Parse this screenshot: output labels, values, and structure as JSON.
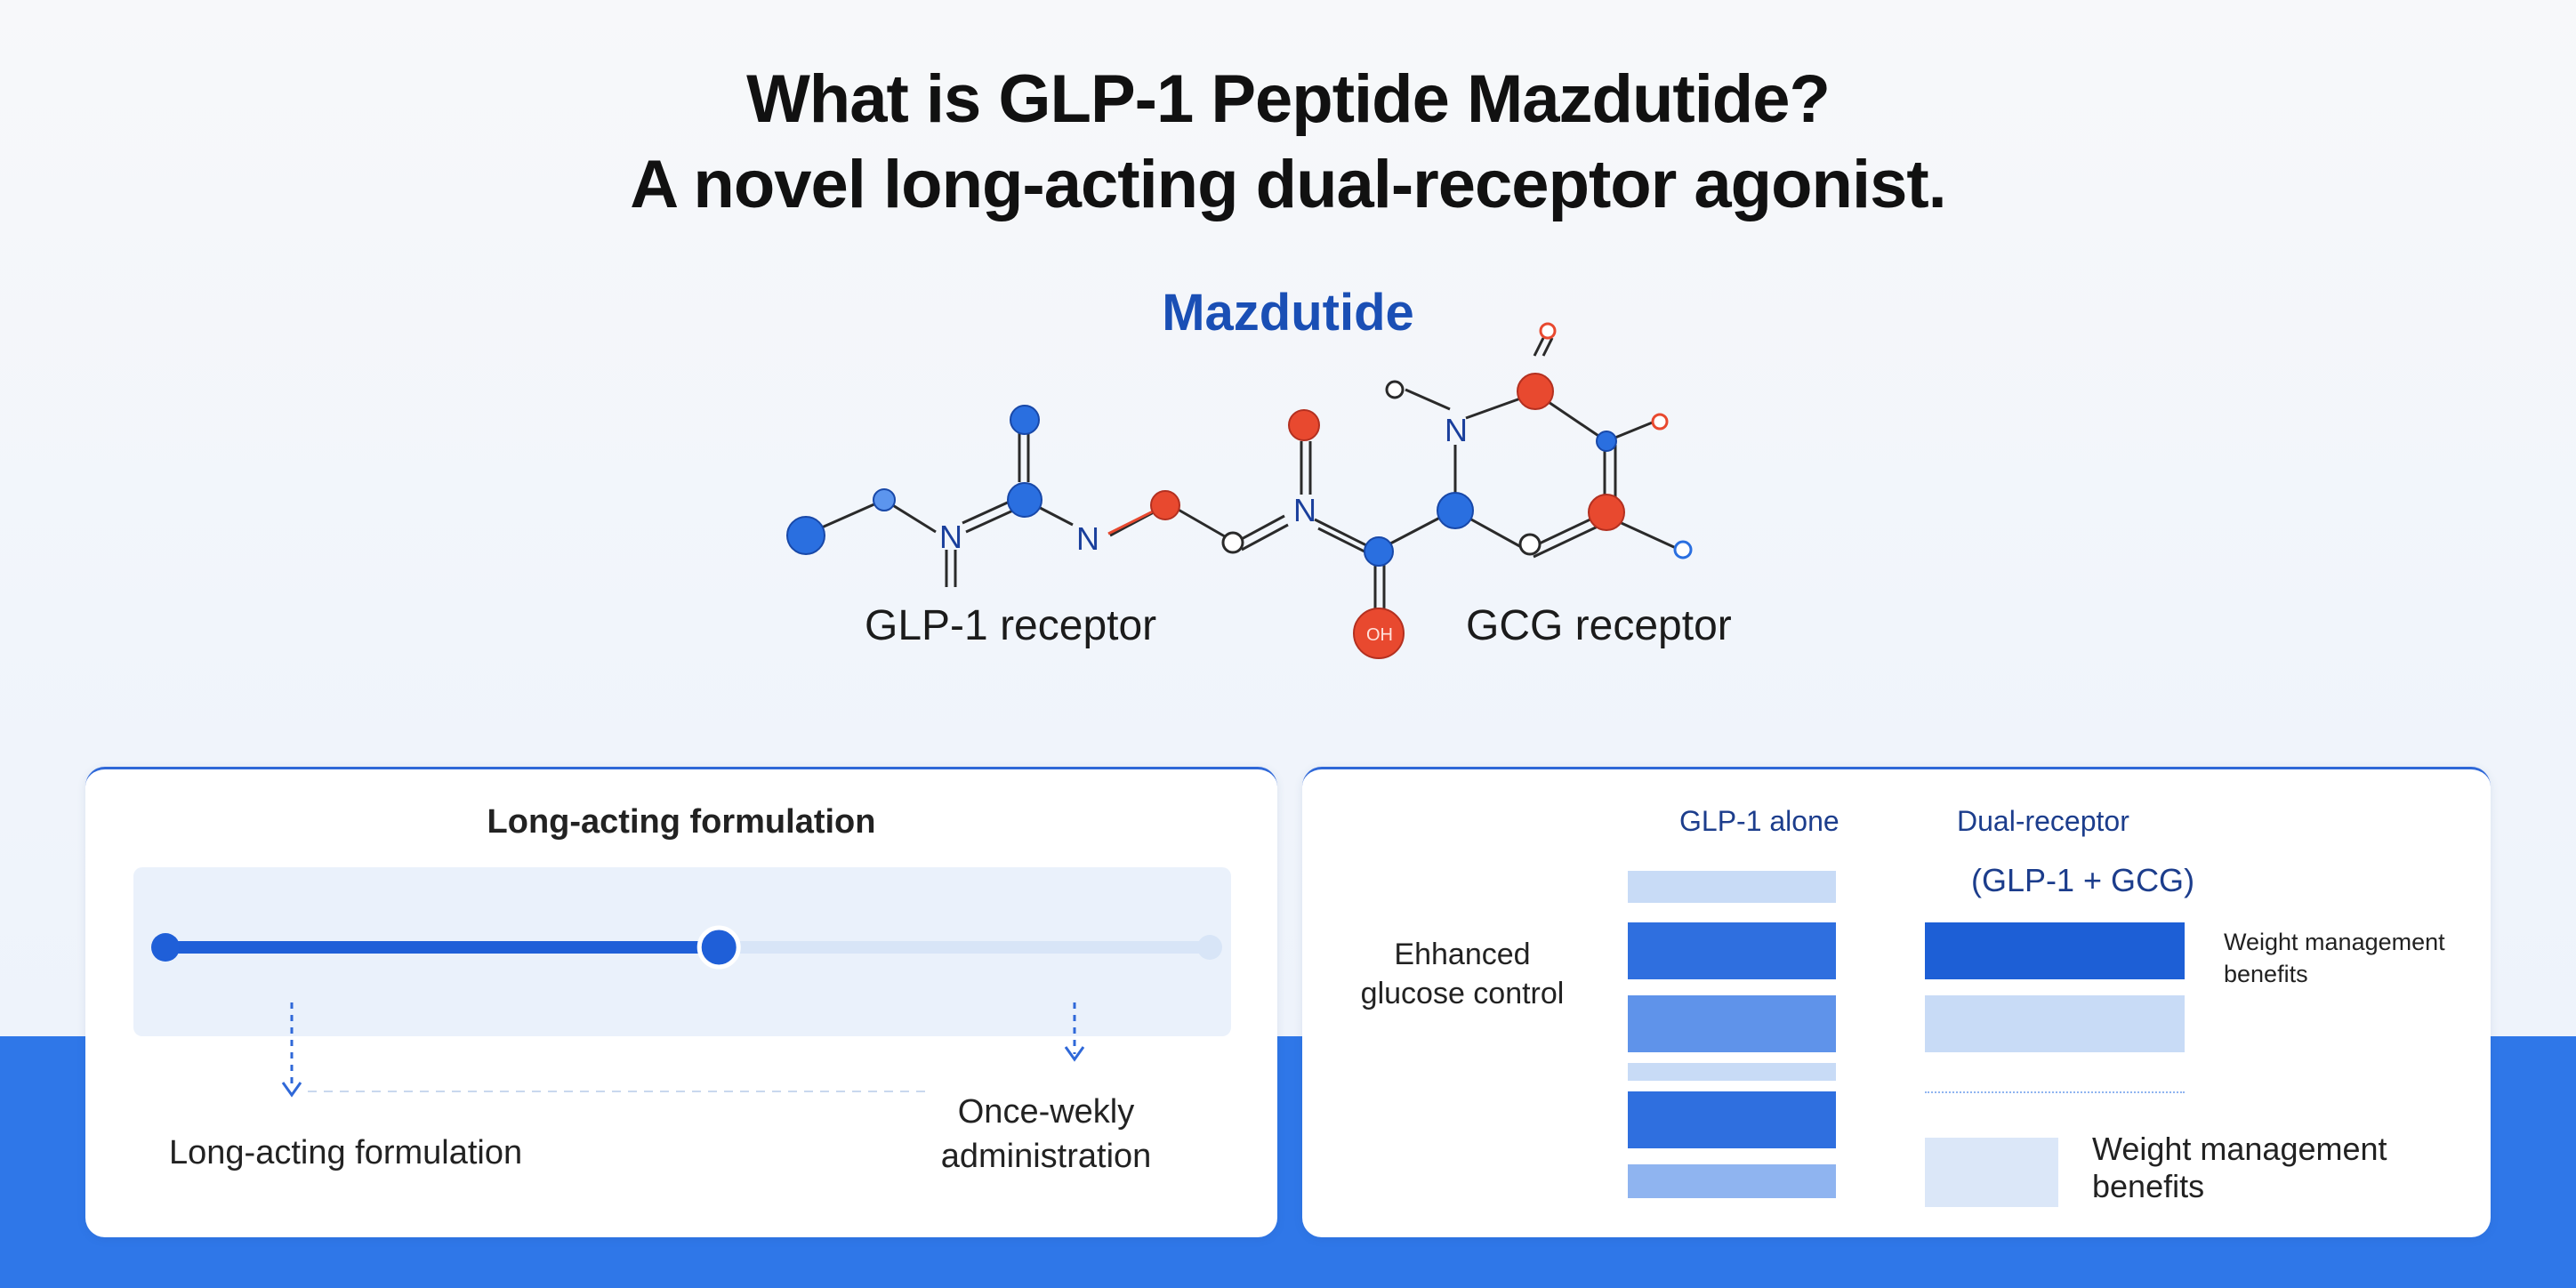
{
  "header": {
    "title_line1": "What is GLP-1 Peptide Mazdutide?",
    "title_line2": "A novel long-acting dual-receptor agonist."
  },
  "molecule": {
    "name": "Mazdutide",
    "left_label": "GLP-1 receptor",
    "right_label": "GCG receptor",
    "atom_n": "N",
    "atom_oh": "OH",
    "colors": {
      "blue_atom": "#2a6fe0",
      "red_atom": "#e8492f",
      "bond": "#2a2a2a",
      "name": "#1a4fb5"
    }
  },
  "formulation_panel": {
    "title": "Long-acting formulation",
    "progress_fraction": 0.53,
    "caption_left": "Long-acting formulation",
    "caption_right": "Once-wekly administration",
    "colors": {
      "track_fill": "#1f5fd8",
      "track_empty": "#d8e5f7"
    }
  },
  "comparison_panel": {
    "col1_header": "GLP-1 alone",
    "col2_header": "Dual-receptor",
    "col2_subheader": "(GLP-1 + GCG)",
    "row_label": "Ehhanced glucose control",
    "note_top": "Weight management benefits",
    "note_bottom": "Weight management benefits",
    "colors": {
      "dark_bar": "#2f6fdf",
      "mid_bar": "#5f93ea",
      "light_bar": "#c8dbf6",
      "darkest_bar": "#1d5fd6"
    }
  },
  "theme": {
    "accent": "#2f77e8"
  }
}
